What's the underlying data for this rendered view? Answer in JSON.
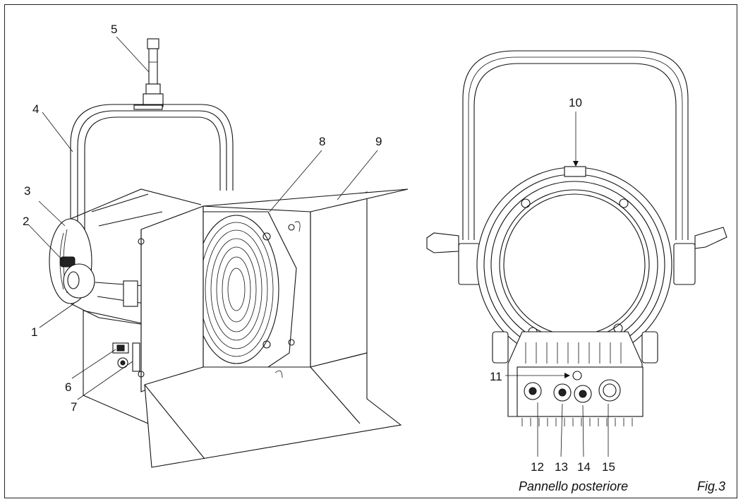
{
  "figure": {
    "caption": "Pannello posteriore",
    "fig_label": "Fig.3"
  },
  "callouts": {
    "c1": "1",
    "c2": "2",
    "c3": "3",
    "c4": "4",
    "c5": "5",
    "c6": "6",
    "c7": "7",
    "c8": "8",
    "c9": "9",
    "c10": "10",
    "c11": "11",
    "c12": "12",
    "c13": "13",
    "c14": "14",
    "c15": "15"
  }
}
